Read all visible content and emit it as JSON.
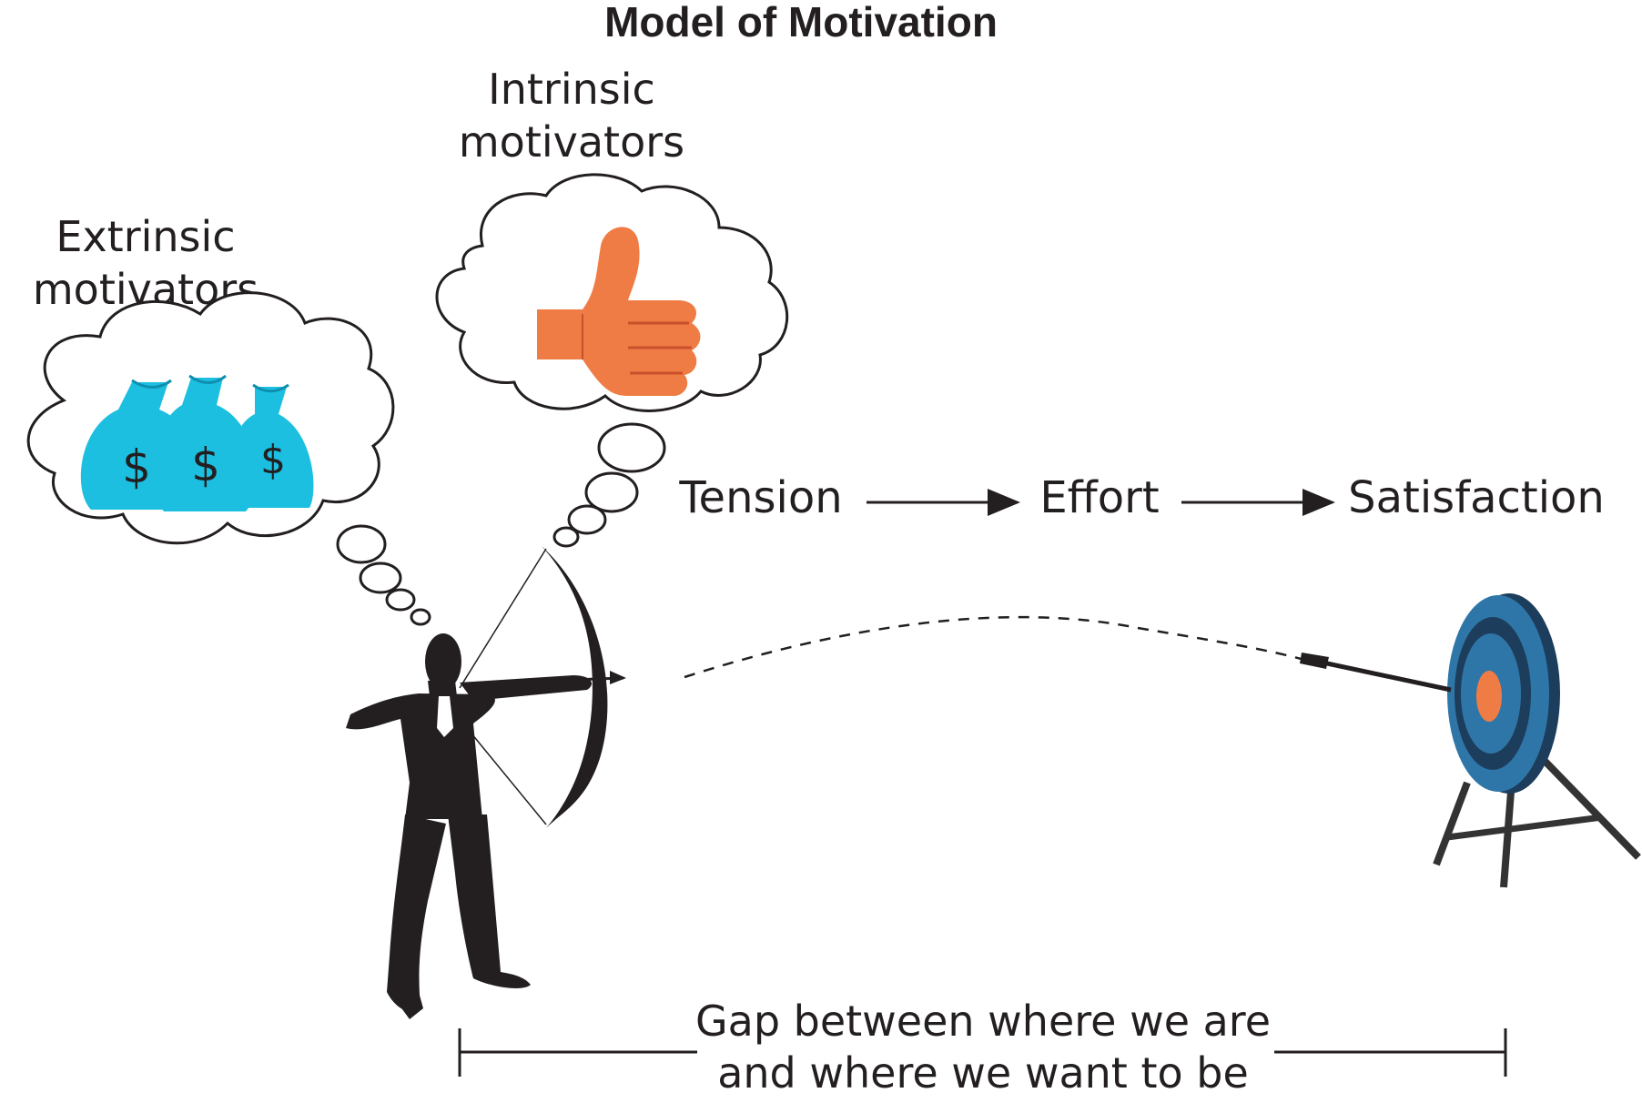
{
  "title": "Model of Motivation",
  "extrinsic_label": [
    "Extrinsic",
    "motivators"
  ],
  "intrinsic_label": [
    "Intrinsic",
    "motivators"
  ],
  "process_steps": [
    "Tension",
    "Effort",
    "Satisfaction"
  ],
  "gap_label": [
    "Gap between where we are",
    "and where we want to be"
  ],
  "money_symbol": "$",
  "icons": [
    "money-bag-icon",
    "thumbs-up-icon",
    "archer-figure",
    "target-icon"
  ],
  "colors": {
    "money_bag": "#1cbfe0",
    "thumb": "#f07c45",
    "target_outer": "#2f76a8",
    "target_center": "#f07c45",
    "ink": "#231f20"
  }
}
